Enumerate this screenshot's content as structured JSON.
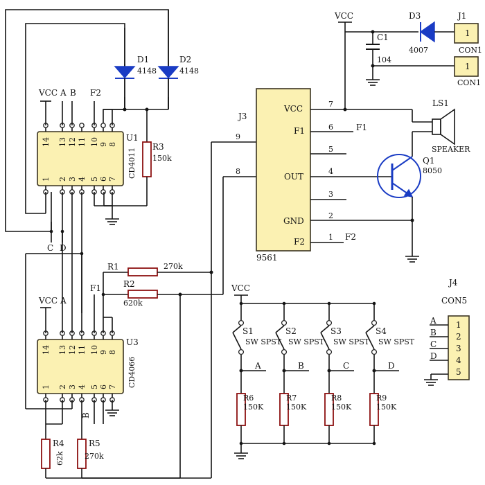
{
  "u1": {
    "ref": "U1",
    "part": "CD4011",
    "top_pins": [
      "14",
      "13",
      "12",
      "11",
      "10",
      "9",
      "8"
    ],
    "bottom_pins": [
      "1",
      "2",
      "3",
      "4",
      "5",
      "6",
      "7"
    ],
    "top_labels": [
      "VCC",
      "A",
      "B",
      "F2"
    ]
  },
  "u3": {
    "ref": "U3",
    "part": "CD4066",
    "top_pins": [
      "14",
      "13",
      "12",
      "11",
      "10",
      "9",
      "8"
    ],
    "bottom_pins": [
      "1",
      "2",
      "3",
      "4",
      "5",
      "6",
      "7"
    ],
    "top_labels": [
      "VCC",
      "A",
      "F1"
    ],
    "bottom_label": "B"
  },
  "j3": {
    "ref": "J3",
    "part": "9561",
    "left_pins": [
      "9",
      "8"
    ],
    "right_pins": [
      "7",
      "6",
      "5",
      "4",
      "3",
      "2",
      "1"
    ],
    "labels": {
      "vcc": "VCC",
      "f1": "F1",
      "out": "OUT",
      "gnd": "GND",
      "f2": "F2"
    },
    "net_f1": "F1",
    "net_f2": "F2"
  },
  "diodes": [
    {
      "ref": "D1",
      "value": "4148"
    },
    {
      "ref": "D2",
      "value": "4148"
    },
    {
      "ref": "D3",
      "value": "4007"
    }
  ],
  "resistors": [
    {
      "ref": "R1",
      "value": "270k"
    },
    {
      "ref": "R2",
      "value": "620k"
    },
    {
      "ref": "R3",
      "value": "150k"
    },
    {
      "ref": "R4",
      "value": "62k"
    },
    {
      "ref": "R5",
      "value": "270k"
    },
    {
      "ref": "R6",
      "value": "150K"
    },
    {
      "ref": "R7",
      "value": "150K"
    },
    {
      "ref": "R8",
      "value": "150K"
    },
    {
      "ref": "R9",
      "value": "150K"
    }
  ],
  "capacitor": {
    "ref": "C1",
    "value": "104"
  },
  "transistor": {
    "ref": "Q1",
    "value": "8050"
  },
  "speaker": {
    "ref": "LS1",
    "value": "SPEAKER"
  },
  "switches": [
    {
      "ref": "S1",
      "type": "SW SPST",
      "net": "A"
    },
    {
      "ref": "S2",
      "type": "SW SPST",
      "net": "B"
    },
    {
      "ref": "S3",
      "type": "SW SPST",
      "net": "C"
    },
    {
      "ref": "S4",
      "type": "SW SPST",
      "net": "D"
    }
  ],
  "connectors": {
    "j1": {
      "ref": "J1",
      "label": "CON1",
      "pin": "1"
    },
    "j2": {
      "label": "CON1",
      "pin": "1"
    },
    "j4": {
      "ref": "J4",
      "label": "CON5",
      "pins": [
        "1",
        "2",
        "3",
        "4",
        "5"
      ],
      "nets": [
        "A",
        "B",
        "C",
        "D"
      ]
    }
  },
  "nets": {
    "vcc": "VCC",
    "c": "C",
    "d": "D"
  }
}
